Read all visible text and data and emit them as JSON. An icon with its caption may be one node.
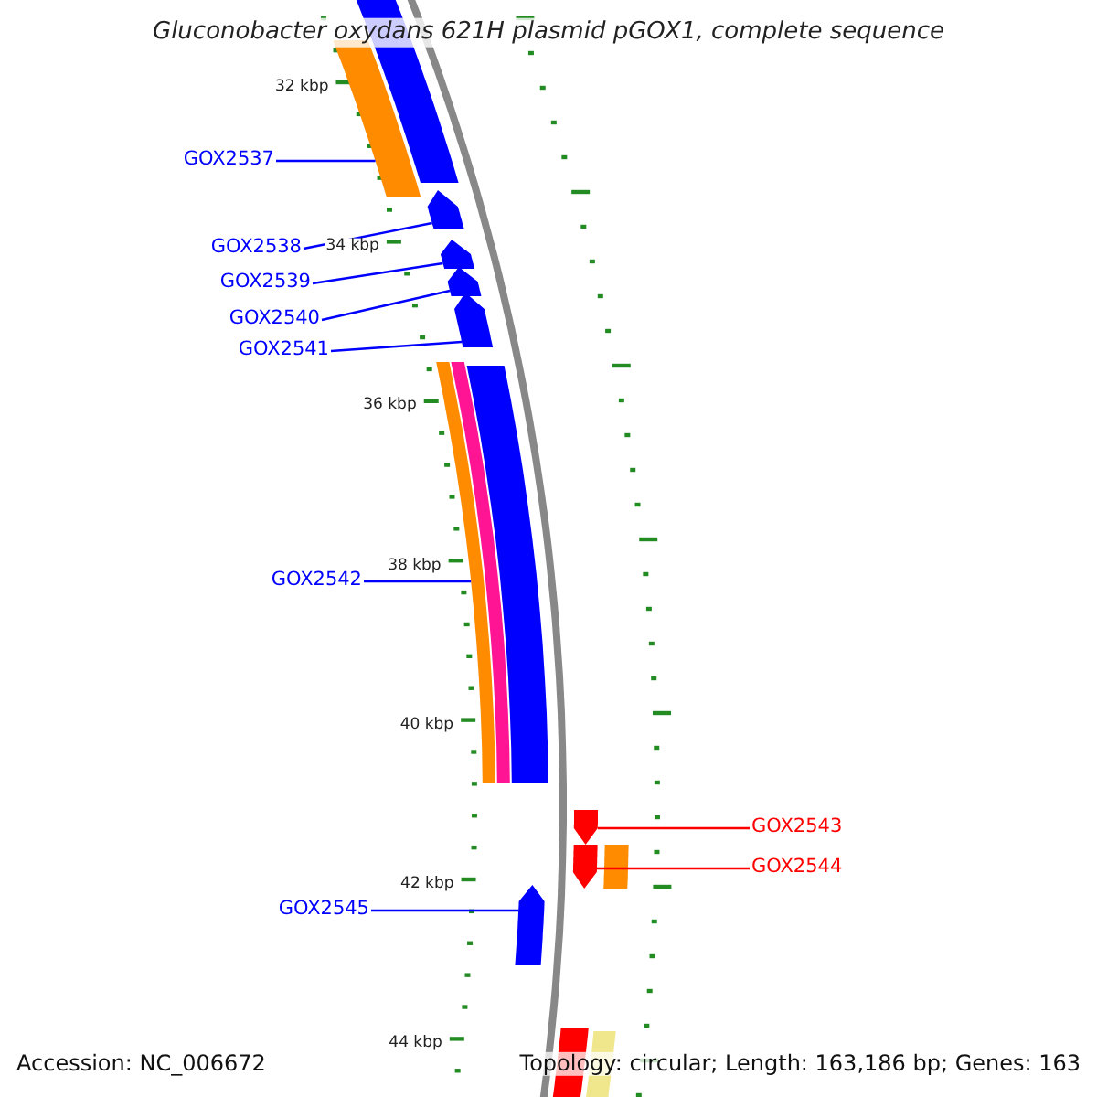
{
  "diagram": {
    "title": "Gluconobacter oxydans 621H plasmid pGOX1, complete sequence",
    "nodes": [
      {
        "text": [
          "GOX2537"
        ]
      },
      {
        "text": [
          "GOX2538"
        ]
      },
      {
        "text": [
          "GOX2539"
        ]
      },
      {
        "text": [
          "GOX2540"
        ]
      },
      {
        "text": [
          "GOX2541"
        ]
      },
      {
        "text": [
          "GOX2542"
        ]
      },
      {
        "text": [
          "GOX2543"
        ]
      },
      {
        "text": [
          "GOX2544"
        ]
      },
      {
        "text": [
          "GOX2545"
        ]
      },
      {
        "text": [],
        "shape": "bar"
      },
      {
        "text": [],
        "shape": "pentagon"
      },
      {
        "text": [],
        "shape": "pentagon"
      },
      {
        "text": [],
        "shape": "pentagon"
      },
      {
        "text": [],
        "shape": "pentagon"
      },
      {
        "text": [],
        "shape": "bar"
      },
      {
        "text": [],
        "shape": "pentagon"
      },
      {
        "text": [],
        "shape": "pentagon"
      },
      {
        "text": [],
        "shape": "pentagon"
      }
    ],
    "edges": [
      {
        "from": 0,
        "to": 9,
        "arrow": "none"
      },
      {
        "from": 1,
        "to": 10,
        "arrow": "none"
      },
      {
        "from": 2,
        "to": 11,
        "arrow": "none"
      },
      {
        "from": 3,
        "to": 12,
        "arrow": "none"
      },
      {
        "from": 4,
        "to": 13,
        "arrow": "none"
      },
      {
        "from": 5,
        "to": 14,
        "arrow": "none"
      },
      {
        "from": 6,
        "to": 15,
        "arrow": "none",
        "color": "#ff0000"
      },
      {
        "from": 7,
        "to": 16,
        "arrow": "none",
        "color": "#ff0000"
      },
      {
        "from": 8,
        "to": 17,
        "arrow": "none"
      }
    ],
    "labels": [
      "32 kbp",
      "34 kbp",
      "36 kbp",
      "38 kbp",
      "40 kbp",
      "42 kbp",
      "44 kbp",
      "Accession: NC_006672",
      "Topology: circular; Length: 163,186 bp; Genes: 163"
    ]
  }
}
